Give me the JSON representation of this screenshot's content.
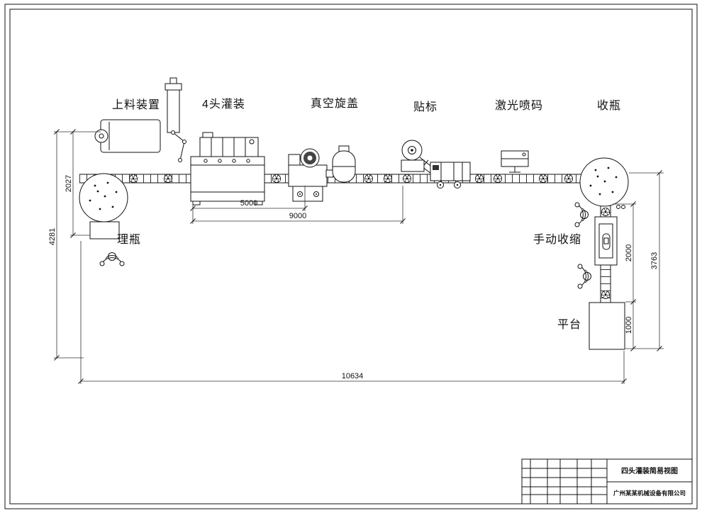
{
  "drawing": {
    "machine_labels": {
      "feeding": "上料装置",
      "filling": "4头灌装",
      "capping": "真空旋盖",
      "labeling": "贴标",
      "laser": "激光喷码",
      "collect": "收瓶",
      "unscramble": "理瓶",
      "shrink": "手动收缩",
      "platform": "平台"
    },
    "dimensions": {
      "d2027": "2027",
      "d4281": "4281",
      "d5000": "5000",
      "d9000": "9000",
      "d10634": "10634",
      "d2000": "2000",
      "d3763": "3763",
      "d1000": "1000"
    },
    "title_block": {
      "title": "四头灌装简易视图",
      "company": "广州某某机械设备有限公司"
    }
  }
}
